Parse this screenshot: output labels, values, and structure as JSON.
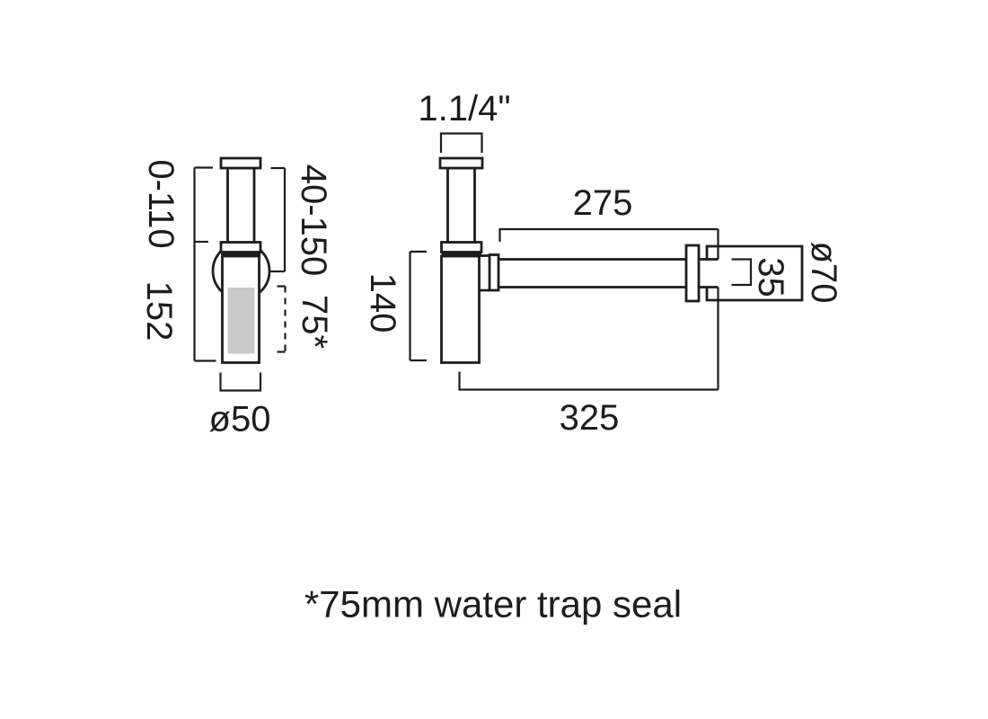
{
  "drawing": {
    "caption": "*75mm water trap seal",
    "front_view": {
      "inlet_adjust": "0-110",
      "body_height": "152",
      "tail_adjust": "40-150",
      "water_seal_depth": "75*",
      "body_diameter": "ø50"
    },
    "side_view": {
      "inlet_connection": "1.1/4\"",
      "outlet_length": "275",
      "body_height": "140",
      "wall_stub_diameter": "35",
      "flange_diameter": "ø70",
      "overall_length": "325"
    },
    "colors": {
      "line": "#1d1d1b",
      "seal_fill": "#c9c9c9",
      "background": "#ffffff"
    }
  }
}
